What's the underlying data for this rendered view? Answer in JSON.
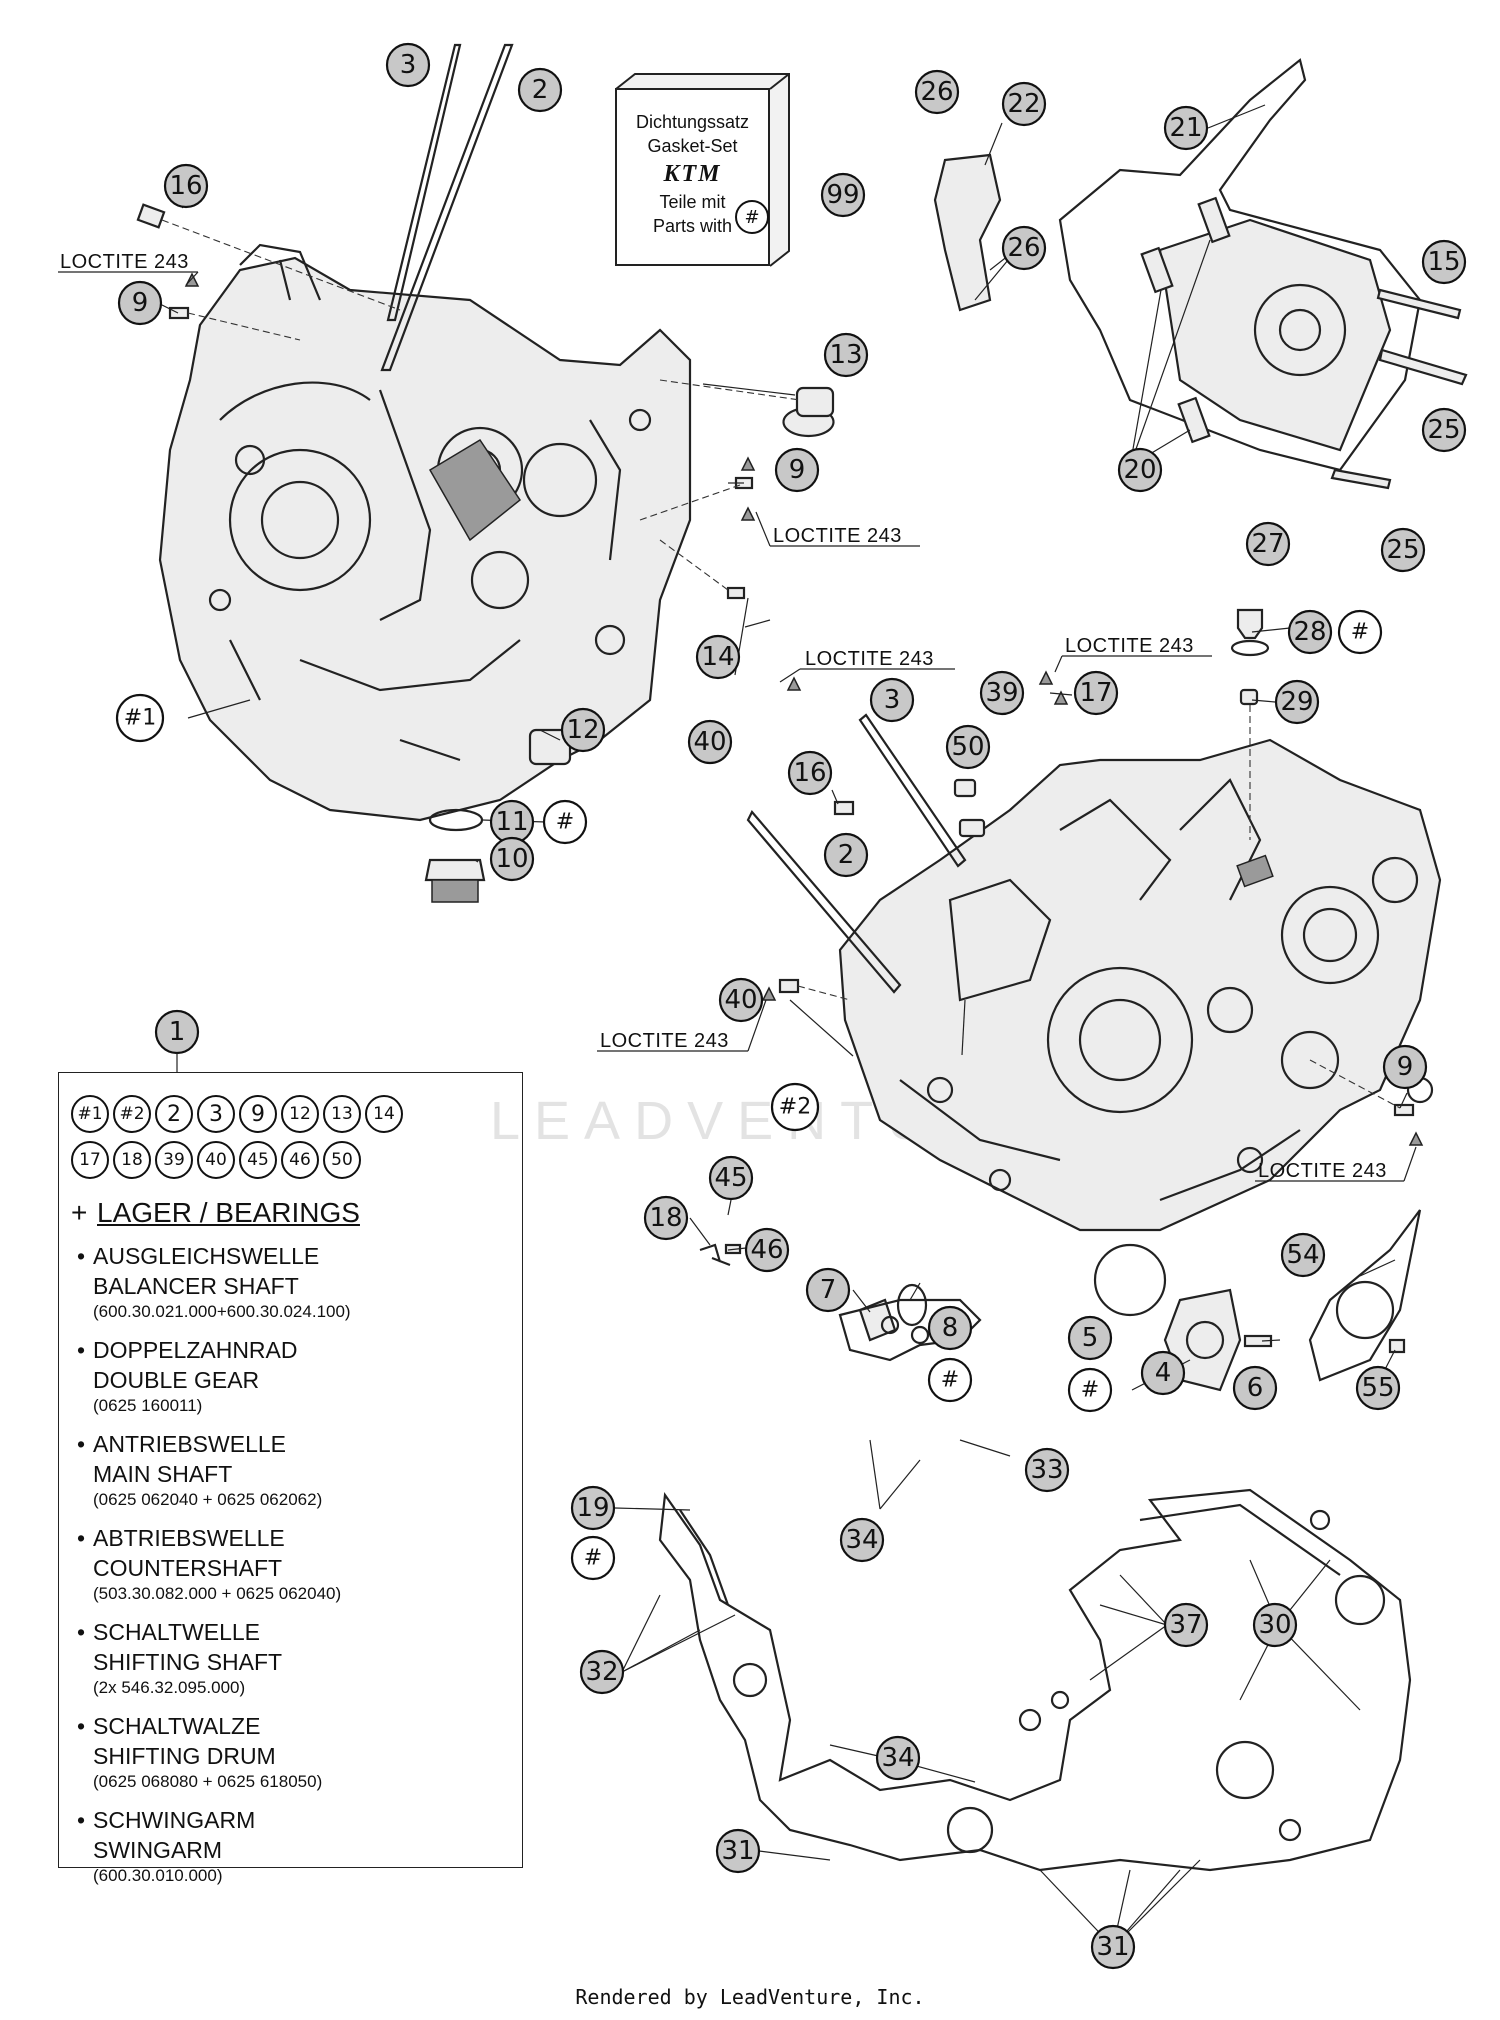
{
  "gasket_set": {
    "line1": "Dichtungssatz",
    "line2": "Gasket-Set",
    "logo": "KTM",
    "line3": "Teile mit",
    "line4": "Parts with",
    "hash": "#",
    "part_number": "99"
  },
  "loctite_label": "LOCTITE 243",
  "callouts": {
    "c1": "1",
    "c2": "2",
    "c3": "3",
    "c4": "4",
    "c5": "5",
    "c6": "6",
    "c7": "7",
    "c8": "8",
    "c9": "9",
    "c10": "10",
    "c11": "11",
    "c12": "12",
    "c13": "13",
    "c14": "14",
    "c15": "15",
    "c16": "16",
    "c17": "17",
    "c18": "18",
    "c19": "19",
    "c20": "20",
    "c21": "21",
    "c22": "22",
    "c25": "25",
    "c26": "26",
    "c27": "27",
    "c28": "28",
    "c29": "29",
    "c30": "30",
    "c31": "31",
    "c32": "32",
    "c33": "33",
    "c34": "34",
    "c37": "37",
    "c39": "39",
    "c40": "40",
    "c45": "45",
    "c46": "46",
    "c50": "50",
    "c54": "54",
    "c55": "55",
    "c99": "99",
    "h1": "#1",
    "h2": "#2",
    "hash": "#"
  },
  "legend": {
    "row1": [
      "#1",
      "#2",
      "2",
      "3",
      "9",
      "12",
      "13",
      "14"
    ],
    "row2": [
      "17",
      "18",
      "39",
      "40",
      "45",
      "46",
      "50"
    ],
    "bearings_plus": "+",
    "bearings_title": "LAGER / BEARINGS",
    "items": [
      {
        "de": "AUSGLEICHSWELLE",
        "en": "BALANCER SHAFT",
        "pn": "(600.30.021.000+600.30.024.100)"
      },
      {
        "de": "DOPPELZAHNRAD",
        "en": "DOUBLE GEAR",
        "pn": "(0625 160011)"
      },
      {
        "de": "ANTRIEBSWELLE",
        "en": "MAIN SHAFT",
        "pn": "(0625 062040 + 0625 062062)"
      },
      {
        "de": "ABTRIEBSWELLE",
        "en": "COUNTERSHAFT",
        "pn": "(503.30.082.000 + 0625 062040)"
      },
      {
        "de": "SCHALTWELLE",
        "en": "SHIFTING SHAFT",
        "pn": "(2x 546.32.095.000)"
      },
      {
        "de": "SCHALTWALZE",
        "en": "SHIFTING DRUM",
        "pn": "(0625 068080 + 0625 618050)"
      },
      {
        "de": "SCHWINGARM",
        "en": "SWINGARM",
        "pn": "(600.30.010.000)"
      }
    ]
  },
  "watermark": "LEADVENTURE",
  "footer": "Rendered by LeadVenture, Inc."
}
